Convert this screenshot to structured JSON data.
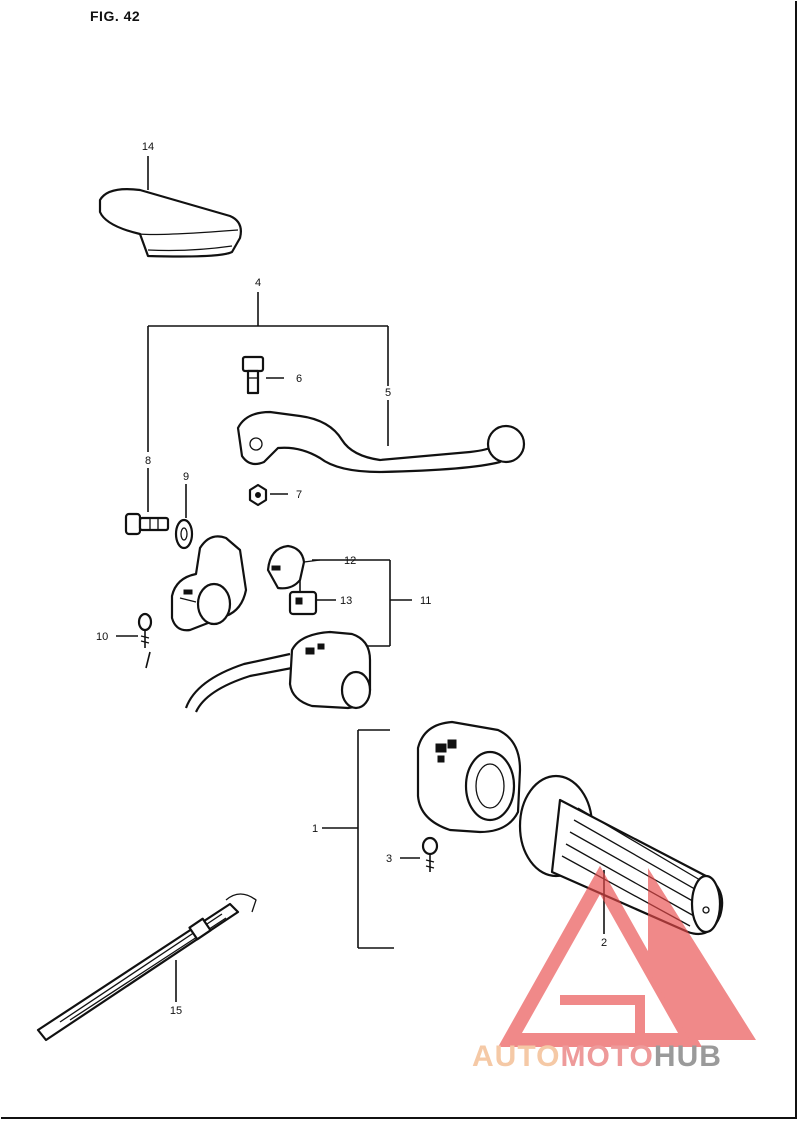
{
  "figure": {
    "title": "FIG. 42"
  },
  "callouts": [
    {
      "id": "c1",
      "label": "1"
    },
    {
      "id": "c2",
      "label": "2"
    },
    {
      "id": "c3",
      "label": "3"
    },
    {
      "id": "c4",
      "label": "4"
    },
    {
      "id": "c5",
      "label": "5"
    },
    {
      "id": "c6",
      "label": "6"
    },
    {
      "id": "c7",
      "label": "7"
    },
    {
      "id": "c8",
      "label": "8"
    },
    {
      "id": "c9",
      "label": "9"
    },
    {
      "id": "c10",
      "label": "10"
    },
    {
      "id": "c11",
      "label": "11"
    },
    {
      "id": "c12",
      "label": "12"
    },
    {
      "id": "c13",
      "label": "13"
    },
    {
      "id": "c14",
      "label": "14"
    },
    {
      "id": "c15",
      "label": "15"
    }
  ],
  "watermark": {
    "part1": "AUTO",
    "part2": "MOTO",
    "part3": "HUB",
    "color_logo": "#e94b4b",
    "color_auto": "#f5c9a6",
    "color_moto": "#ee9a9a",
    "color_hub": "#9a9a9a"
  }
}
